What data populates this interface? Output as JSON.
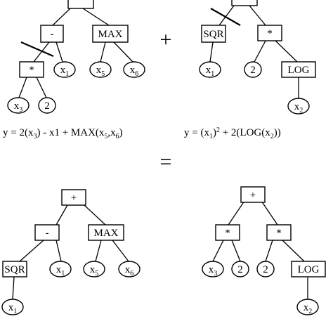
{
  "operators": {
    "plus": "+",
    "equals": "="
  },
  "formulas": {
    "parent1": "y = 2(x₃) - x1 + MAX(x₅,x₆)",
    "parent2": "y = (x₁)² + 2(LOG(x₂))"
  },
  "trees": {
    "parent1": {
      "root": "",
      "minus": "-",
      "max": "MAX",
      "mul": "*",
      "x1": "x1",
      "x5": "x5",
      "x6": "x6",
      "x3": "x3",
      "two": "2"
    },
    "parent2": {
      "root": "",
      "sqr": "SQR",
      "mul": "*",
      "log": "LOG",
      "x1": "x1",
      "two": "2",
      "x2": "x2"
    },
    "child1": {
      "root": "+",
      "minus": "-",
      "max": "MAX",
      "sqr": "SQR",
      "x1_a": "x1",
      "x1_b": "x1",
      "x5": "x5",
      "x6": "x6"
    },
    "child2": {
      "root": "+",
      "mul_left": "*",
      "mul_right": "*",
      "log": "LOG",
      "x3": "x3",
      "two_a": "2",
      "two_b": "2",
      "x2": "x2"
    }
  }
}
